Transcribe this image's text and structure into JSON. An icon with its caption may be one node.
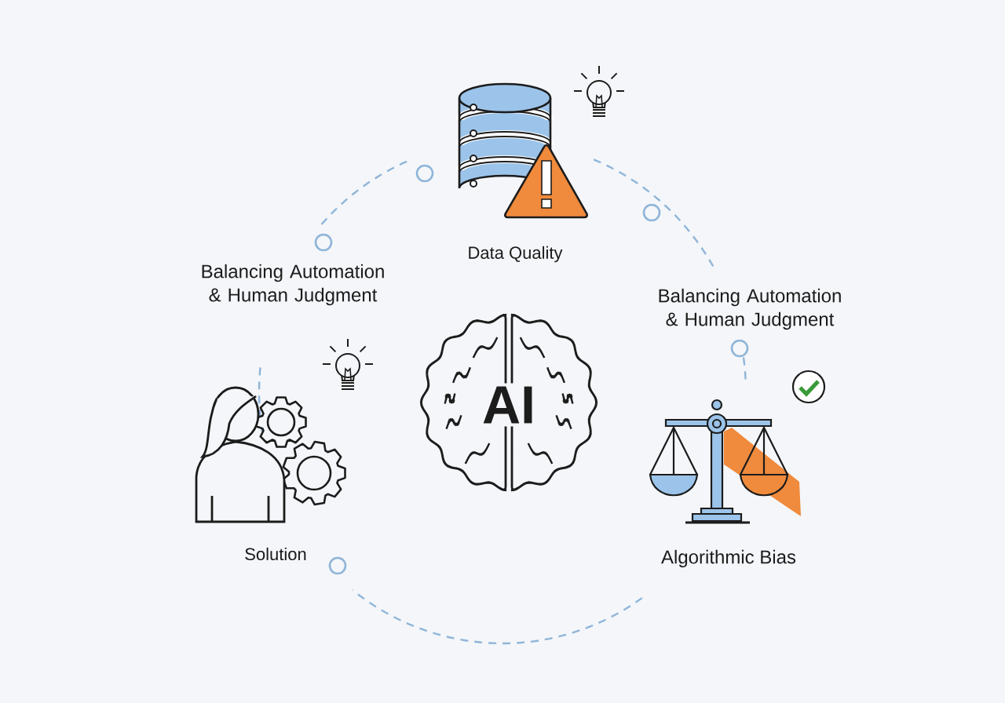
{
  "diagram": {
    "nodes": [
      {
        "text": [
          "Data Quality"
        ]
      },
      {
        "text": [
          "AI"
        ]
      },
      {
        "text": [
          "Algorithmic Bias"
        ]
      },
      {
        "text": [
          "Solution"
        ]
      }
    ],
    "labels": [
      "Balancing Automation & Human Judgment",
      "Balancing Automation & Human Judgment"
    ]
  }
}
